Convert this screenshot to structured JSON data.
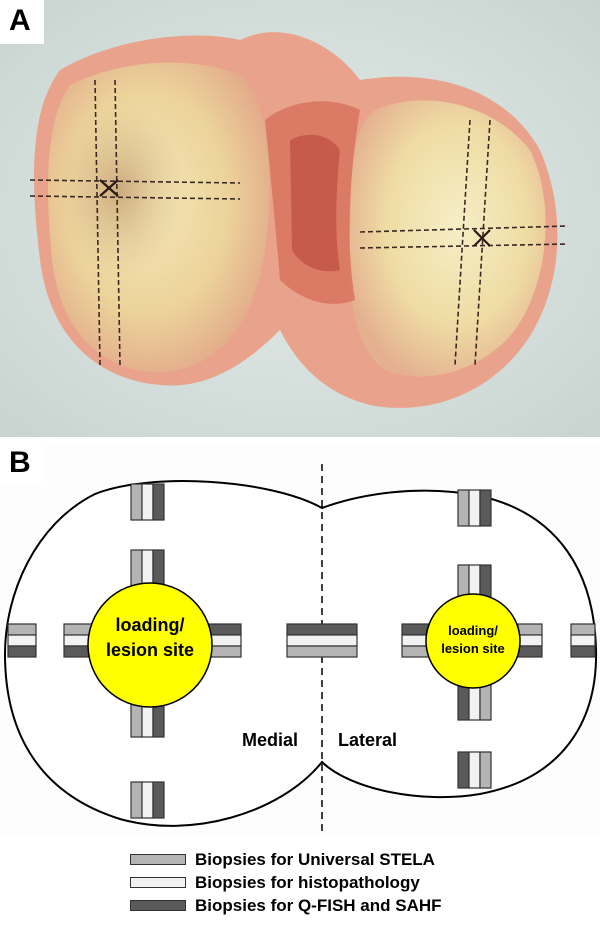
{
  "panel_a": {
    "label": "A"
  },
  "panel_b": {
    "label": "B",
    "medial_site_line1": "loading/",
    "medial_site_line2": "lesion site",
    "lateral_site_line1": "loading/",
    "lateral_site_line2": "lesion site",
    "medial_label": "Medial",
    "lateral_label": "Lateral"
  },
  "colors": {
    "stela": "#b4b4b4",
    "histopathology": "#f2f2f2",
    "qfish_sahf": "#5a5a5a",
    "lesion_site": "#ffff00"
  },
  "legend": [
    {
      "label": "Biopsies for Universal STELA",
      "color": "#b4b4b4"
    },
    {
      "label": "Biopsies for histopathology",
      "color": "#f2f2f2"
    },
    {
      "label": "Biopsies for Q-FISH and SAHF",
      "color": "#5a5a5a"
    }
  ]
}
